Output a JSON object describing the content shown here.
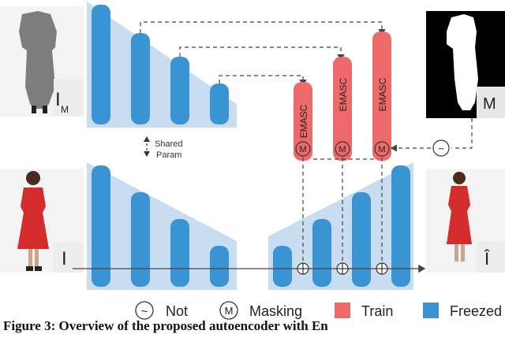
{
  "labels": {
    "masked_input": "I",
    "masked_input_sub": "M",
    "input": "I",
    "output": "Î",
    "mask": "M",
    "shared_param_line1": "Shared",
    "shared_param_line2": "Param",
    "emasc": "EMASC",
    "masking_symbol": "M",
    "not_symbol": "~"
  },
  "legend": {
    "not_symbol": "~",
    "not_label": "Not",
    "masking_symbol": "M",
    "masking_label": "Masking",
    "train_label": "Train",
    "freezed_label": "Freezed"
  },
  "caption": "Figure 3: Overview of the proposed autoencoder with En",
  "colors": {
    "freezed_block": "#3a94d3",
    "train_block": "#ee6a6a",
    "panel_bg": "#c8ddf2",
    "line": "#444444"
  }
}
